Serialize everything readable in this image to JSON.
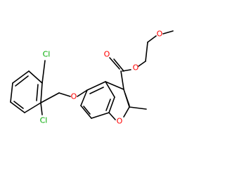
{
  "molecule": {
    "colors": {
      "bond": "#000000",
      "O": "#ff0000",
      "Cl": "#00aa00"
    },
    "atoms": [
      {
        "id": "cl1",
        "label": "Cl",
        "element": "Cl"
      },
      {
        "id": "cl2",
        "label": "Cl",
        "element": "Cl"
      },
      {
        "id": "o_ether",
        "label": "O",
        "element": "O"
      },
      {
        "id": "o_carbonyl",
        "label": "O",
        "element": "O"
      },
      {
        "id": "o_ester",
        "label": "O",
        "element": "O"
      },
      {
        "id": "o_methoxy",
        "label": "O",
        "element": "O"
      },
      {
        "id": "o_furan",
        "label": "O",
        "element": "O"
      }
    ]
  }
}
